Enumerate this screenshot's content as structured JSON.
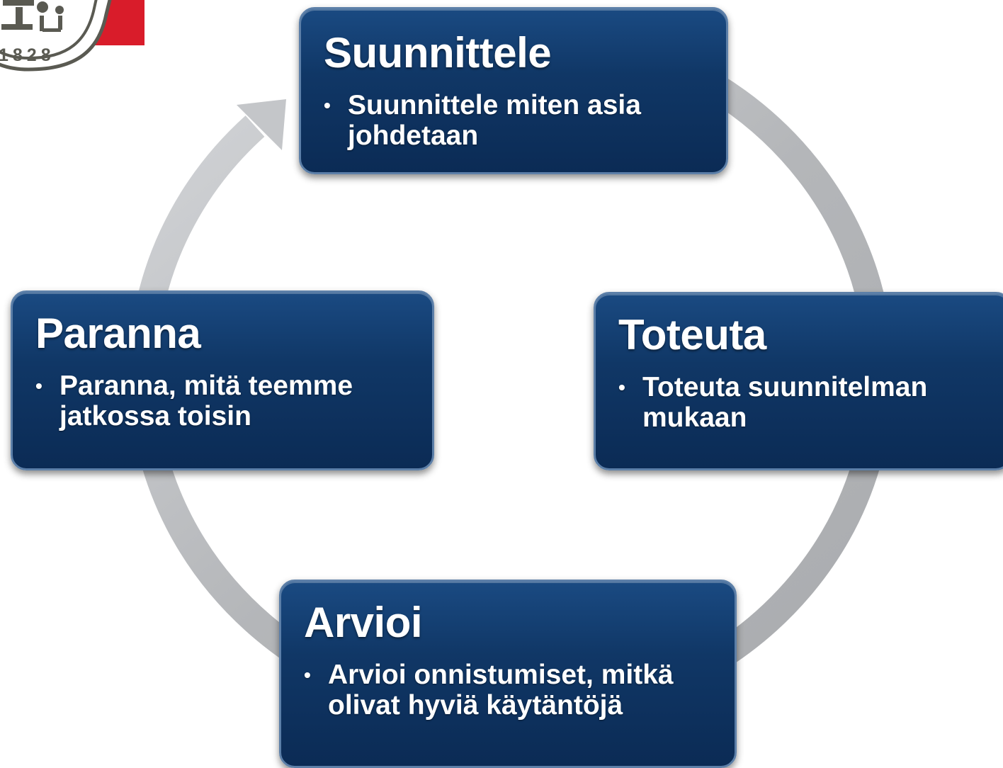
{
  "logo": {
    "year_text": "1828",
    "colors": {
      "seal": "#5a5a52",
      "banner": "#d91c2a"
    }
  },
  "diagram": {
    "ring_color": "#b8babd",
    "box_color": "#0f3566",
    "steps": [
      {
        "title": "Suunnittele",
        "bullet": "Suunnittele miten asia johdetaan"
      },
      {
        "title": "Toteuta",
        "bullet": "Toteuta suunnitelman mukaan"
      },
      {
        "title": "Arvioi",
        "bullet": "Arvioi onnistumiset, mitkä olivat hyviä käytäntöjä"
      },
      {
        "title": "Paranna",
        "bullet": "Paranna, mitä teemme jatkossa toisin"
      }
    ]
  }
}
